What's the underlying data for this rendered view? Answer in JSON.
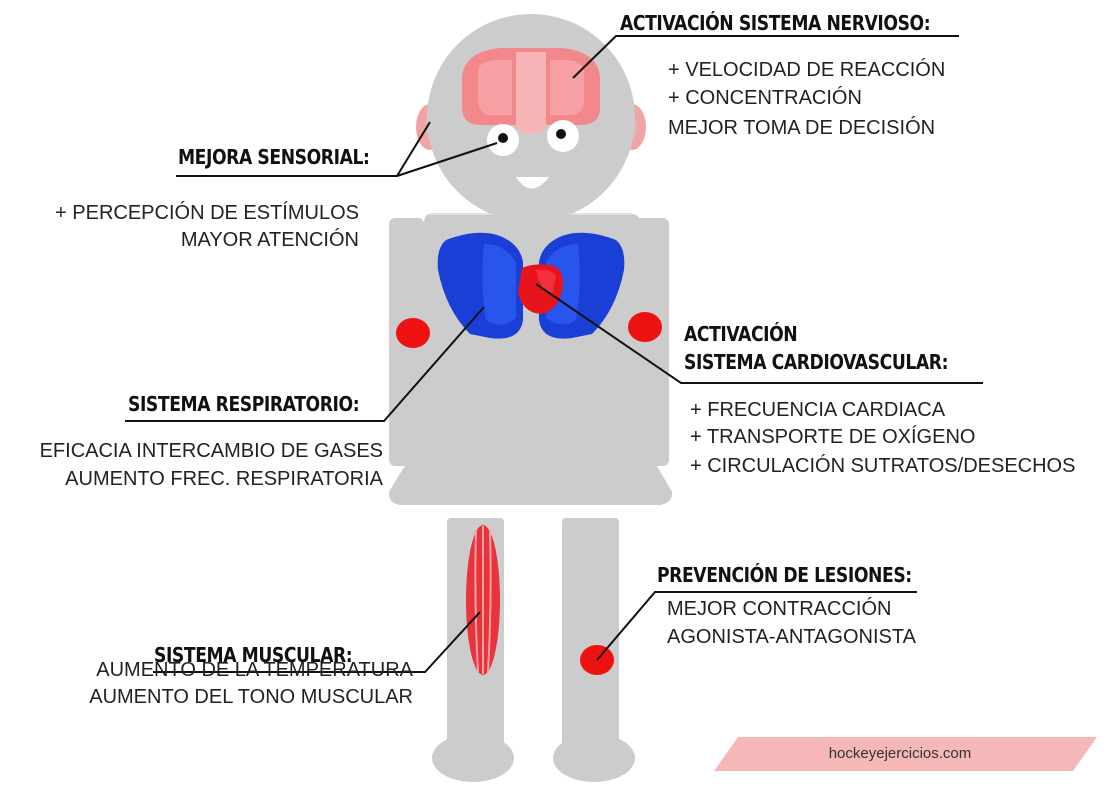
{
  "sections": {
    "nervioso": {
      "title": "ACTIVACIÓN SISTEMA NERVIOSO:",
      "lines": [
        "+ VELOCIDAD DE REACCIÓN",
        "+ CONCENTRACIÓN",
        "MEJOR TOMA DE DECISIÓN"
      ]
    },
    "sensorial": {
      "title": "MEJORA SENSORIAL:",
      "lines": [
        "+ PERCEPCIÓN DE ESTÍMULOS",
        "MAYOR ATENCIÓN"
      ]
    },
    "cardiovascular": {
      "title_line1": "ACTIVACIÓN",
      "title_line2": "SISTEMA CARDIOVASCULAR:",
      "lines": [
        "+ FRECUENCIA CARDIACA",
        "+ TRANSPORTE DE OXÍGENO",
        "+ CIRCULACIÓN SUTRATOS/DESECHOS"
      ]
    },
    "respiratorio": {
      "title": "SISTEMA RESPIRATORIO:",
      "lines": [
        "EFICACIA INTERCAMBIO DE GASES",
        "AUMENTO FREC. RESPIRATORIA"
      ]
    },
    "lesiones": {
      "title": "PREVENCIÓN DE LESIONES:",
      "lines": [
        "MEJOR CONTRACCIÓN",
        "AGONISTA-ANTAGONISTA"
      ]
    },
    "muscular": {
      "title": "SISTEMA MUSCULAR:",
      "lines": [
        "AUMENTO DE LA TEMPERATURA",
        "AUMENTO DEL TONO MUSCULAR"
      ]
    }
  },
  "watermark": "hockeyejercicios.com",
  "colors": {
    "body": "#cccccc",
    "brain": "#f2888c",
    "brain_center": "#f7b3b5",
    "ear": "#f2a3a6",
    "lungs": "#1a3fd6",
    "heart": "#e8141c",
    "joint": "#ee1111",
    "muscle": "#e8343c",
    "watermark_band": "#f6b7b9",
    "leader_line": "#111111"
  }
}
